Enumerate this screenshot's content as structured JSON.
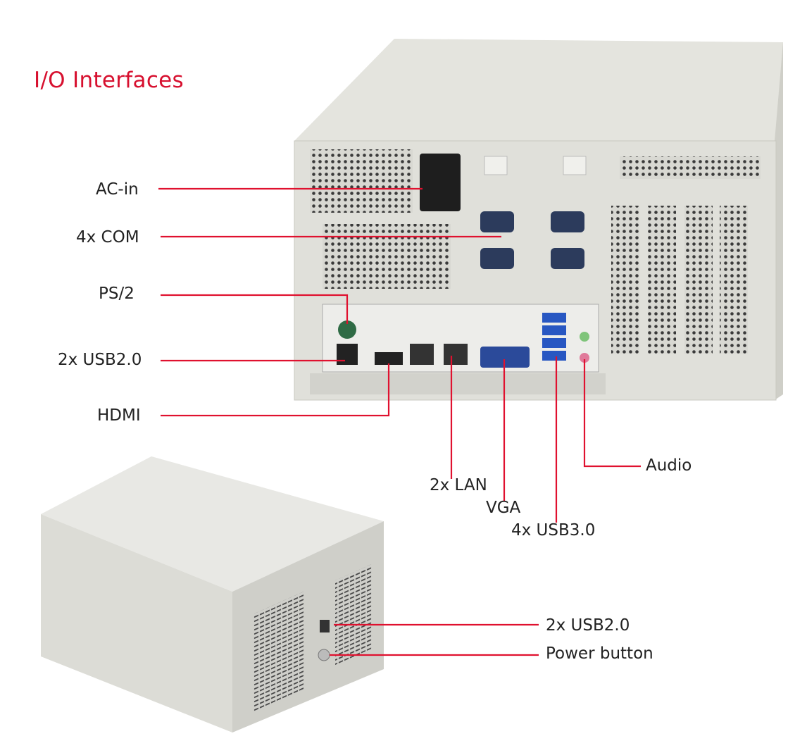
{
  "title": "I/O Interfaces",
  "accent_color": "#d7102f",
  "rear_labels": {
    "ac_in": "AC-in",
    "com": "4x COM",
    "ps2": "PS/2",
    "usb2": "2x USB2.0",
    "hdmi": "HDMI",
    "lan": "2x LAN",
    "vga": "VGA",
    "usb3": "4x USB3.0",
    "audio": "Audio"
  },
  "front_labels": {
    "usb2": "2x USB2.0",
    "power": "Power button"
  }
}
